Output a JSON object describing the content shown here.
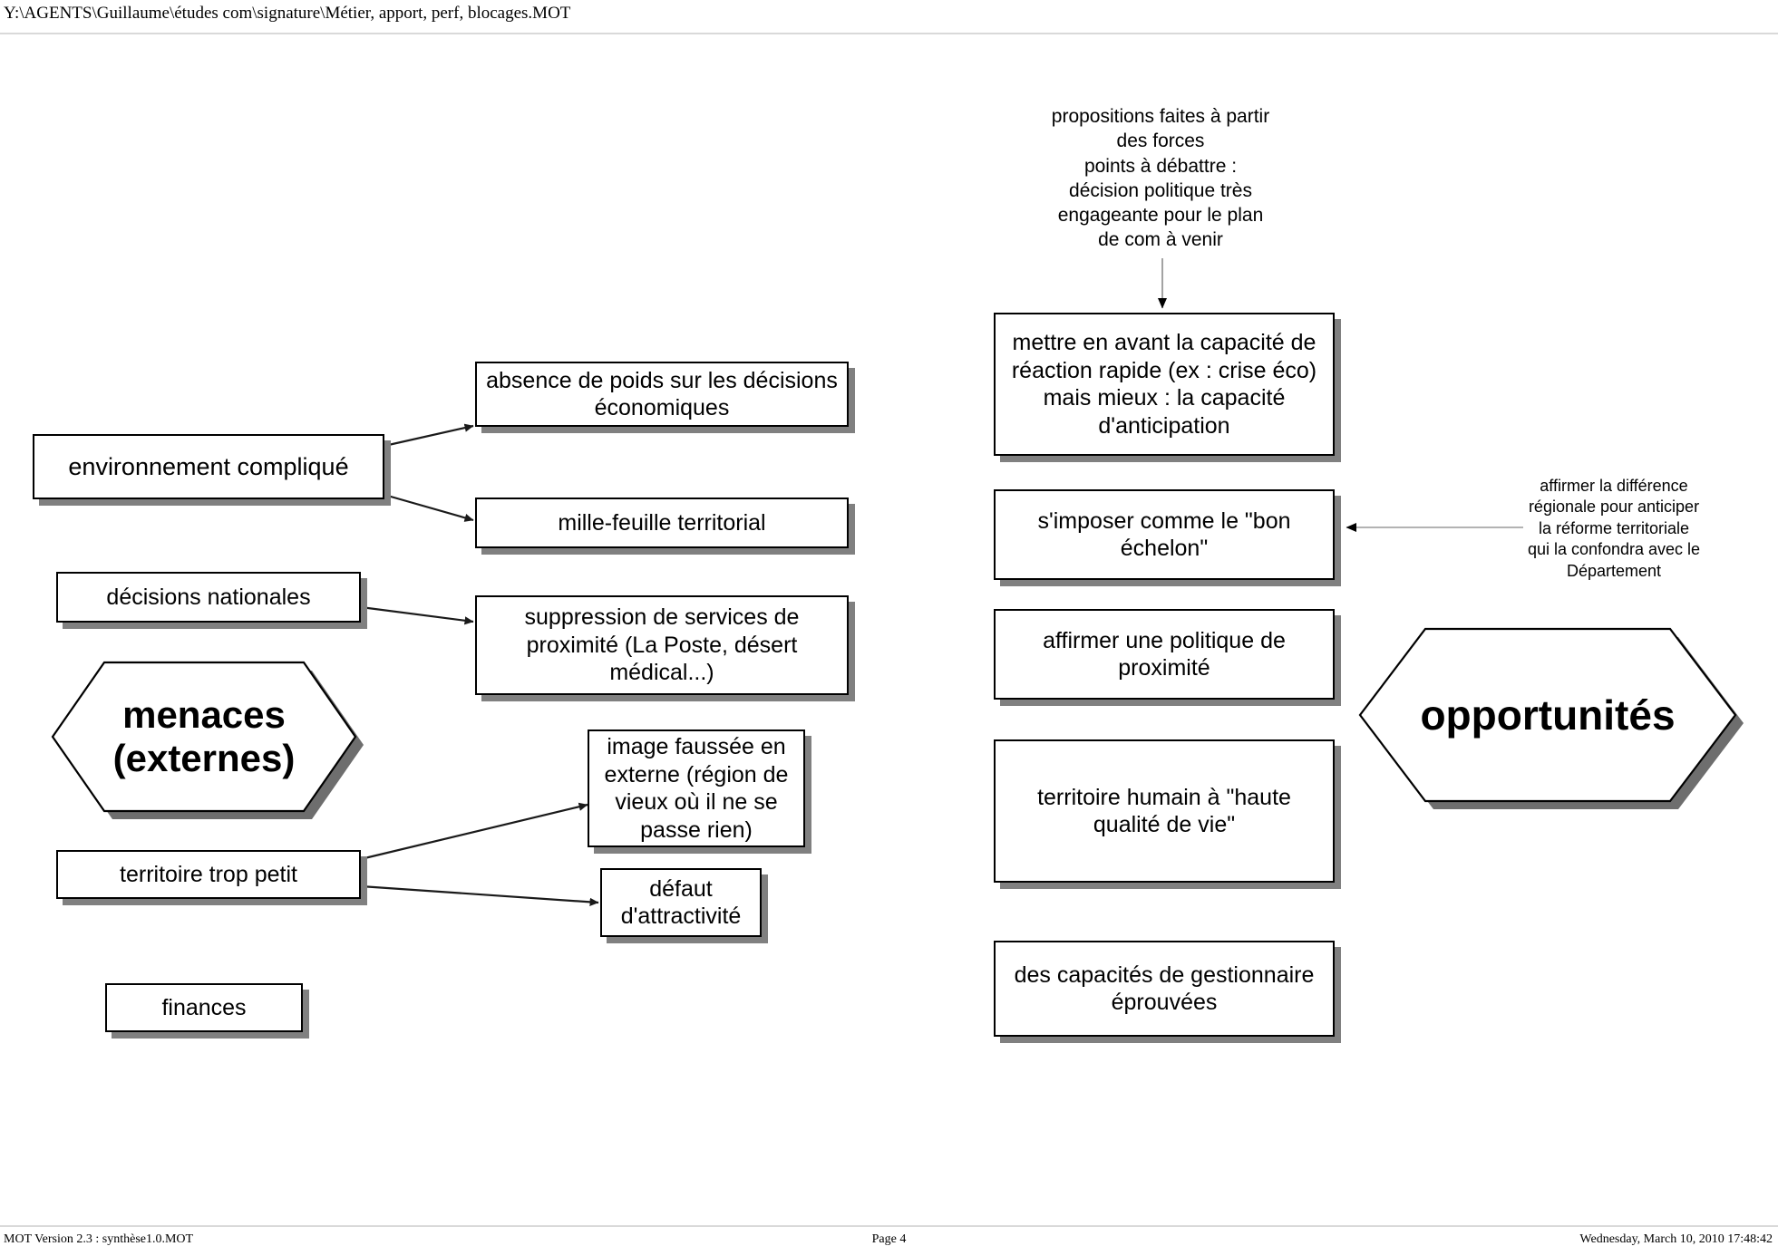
{
  "page": {
    "header_path": "Y:\\AGENTS\\Guillaume\\études com\\signature\\Métier, apport, perf, blocages.MOT",
    "footer_left": "MOT Version 2.3 : synthèse1.0.MOT",
    "footer_center": "Page 4",
    "footer_right": "Wednesday, March 10, 2010 17:48:42",
    "background": "#ffffff",
    "node_border_color": "#000000",
    "node_shadow_color": "#808080",
    "connector_color": "#1a1a1a",
    "thin_connector_color": "#9a9a9a"
  },
  "diagram": {
    "type": "concept-map",
    "title_nodes": [
      {
        "id": "menaces",
        "label": "menaces\n(externes)",
        "shape": "hexagon"
      },
      {
        "id": "opportunites",
        "label": "opportunités",
        "shape": "hexagon"
      }
    ],
    "nodes": {
      "environnement_complique": {
        "label": "environnement compliqué",
        "shape": "rect"
      },
      "decisions_nationales": {
        "label": "décisions nationales",
        "shape": "rect"
      },
      "territoire_trop_petit": {
        "label": "territoire trop petit",
        "shape": "rect"
      },
      "finances": {
        "label": "finances",
        "shape": "rect"
      },
      "absence_poids": {
        "label": "absence de poids sur les décisions\néconomiques",
        "shape": "rect"
      },
      "mille_feuille": {
        "label": "mille-feuille territorial",
        "shape": "rect"
      },
      "suppression_services": {
        "label": "suppression de services de\nproximité (La Poste, désert\nmédical...)",
        "shape": "rect"
      },
      "image_faussee": {
        "label": "image faussée en\nexterne (région de\nvieux où il ne se\npasse rien)",
        "shape": "rect"
      },
      "defaut_attractivite": {
        "label": "défaut\nd'attractivité",
        "shape": "rect"
      },
      "mettre_en_avant": {
        "label": "mettre en avant la capacité de\nréaction rapide (ex : crise éco)\nmais mieux : la capacité\nd'anticipation",
        "shape": "rect"
      },
      "simposer_bon_echelon": {
        "label": "s'imposer comme le \"bon\néchelon\"",
        "shape": "rect"
      },
      "affirmer_politique_proximite": {
        "label": "affirmer une politique de\nproximité",
        "shape": "rect"
      },
      "territoire_humain": {
        "label": "territoire humain à \"haute\nqualité de vie\"",
        "shape": "rect"
      },
      "capacites_gestionnaire": {
        "label": "des capacités de gestionnaire\néprouvées",
        "shape": "rect"
      }
    },
    "annotations": {
      "propositions_forces": "propositions faites à partir\ndes forces\npoints à débattre :\ndécision politique très\nengageante pour le plan\nde com à venir",
      "affirmer_difference": "affirmer la différence\nrégionale pour anticiper\nla réforme territoriale\nqui la confondra avec le\nDépartement"
    },
    "edges": [
      {
        "from": "environnement_complique",
        "to": "absence_poids",
        "style": "arrow"
      },
      {
        "from": "environnement_complique",
        "to": "mille_feuille",
        "style": "arrow"
      },
      {
        "from": "decisions_nationales",
        "to": "suppression_services",
        "style": "arrow"
      },
      {
        "from": "territoire_trop_petit",
        "to": "image_faussee",
        "style": "arrow"
      },
      {
        "from": "territoire_trop_petit",
        "to": "defaut_attractivite",
        "style": "arrow"
      },
      {
        "from": "propositions_forces",
        "to": "mettre_en_avant",
        "style": "arrow-thin-vertical"
      },
      {
        "from": "affirmer_difference",
        "to": "simposer_bon_echelon",
        "style": "arrow-thin-horizontal"
      }
    ]
  }
}
